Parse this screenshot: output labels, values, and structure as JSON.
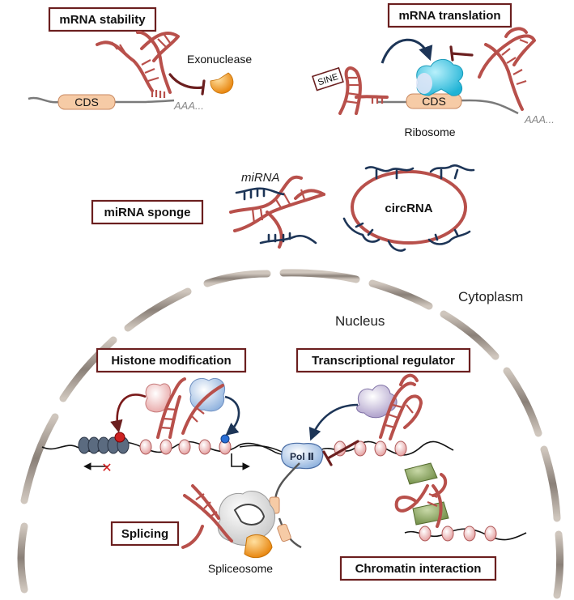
{
  "boxes": {
    "mrna_stability": "mRNA stability",
    "mrna_translation": "mRNA translation",
    "mirna_sponge": "miRNA sponge",
    "histone_modification": "Histone modification",
    "transcriptional_regulator": "Transcriptional regulator",
    "splicing": "Splicing",
    "chromatin_interaction": "Chromatin interaction"
  },
  "labels": {
    "exonuclease": "Exonuclease",
    "cds_left": "CDS",
    "cds_right": "CDS",
    "polya_left": "AAA...",
    "polya_right": "AAA...",
    "sine": "SINE",
    "ribosome": "Ribosome",
    "mirna": "miRNA",
    "circrna": "circRNA",
    "cytoplasm": "Cytoplasm",
    "nucleus": "Nucleus",
    "pol2": "Pol Ⅱ",
    "spliceosome": "Spliceosome"
  },
  "colors": {
    "lncrna": "#b8504b",
    "box_border": "#6b1f1f",
    "mirna": "#1d3557",
    "cds": "#f6cba6",
    "exonuclease": "#f29b1d",
    "ribosome": "#36c3e0",
    "polymerase": "#a8c6ea",
    "chromatin_protein": "#7f9a55"
  },
  "icons": [
    "exonuclease-icon",
    "ribosome-icon",
    "nucleosome-icon",
    "pol2-icon",
    "spliceosome-icon",
    "inhibition-icon",
    "activation-arrow-icon"
  ]
}
